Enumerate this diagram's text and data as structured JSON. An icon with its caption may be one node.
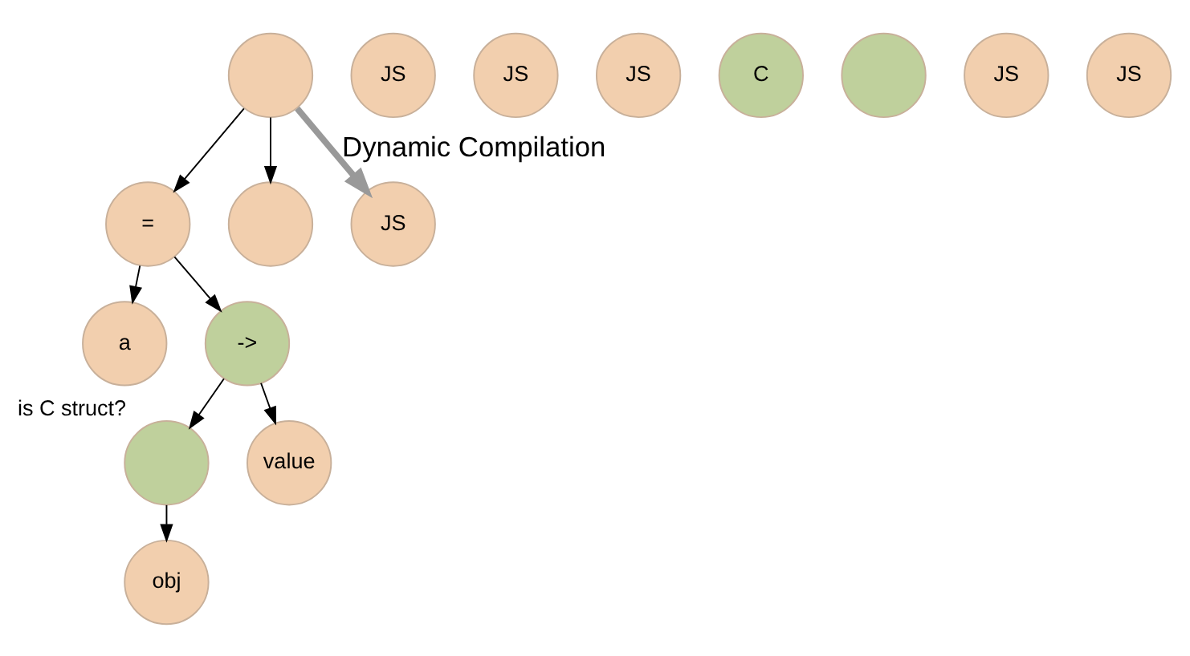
{
  "diagram": {
    "nodes": [
      {
        "text": [],
        "shape": "circle"
      },
      {
        "text": [
          "="
        ]
      },
      {
        "text": [],
        "shape": "circle"
      },
      {
        "text": [
          "a"
        ]
      },
      {
        "text": [
          "->"
        ]
      },
      {
        "text": [],
        "shape": "circle",
        "beside": [
          "is C struct?"
        ]
      },
      {
        "text": [
          "value"
        ]
      },
      {
        "text": [
          "obj"
        ]
      },
      {
        "text": [
          "JS"
        ]
      },
      {
        "text": [
          "JS"
        ]
      },
      {
        "text": [
          "JS"
        ]
      },
      {
        "text": [
          "JS"
        ]
      },
      {
        "text": [
          "C"
        ]
      },
      {
        "text": [],
        "shape": "circle"
      },
      {
        "text": [
          "JS"
        ]
      },
      {
        "text": [
          "JS"
        ]
      }
    ],
    "edges": [
      {
        "from": 0,
        "to": 1,
        "arrow": "to"
      },
      {
        "from": 0,
        "to": 2,
        "arrow": "to"
      },
      {
        "from": 1,
        "to": 3,
        "arrow": "to"
      },
      {
        "from": 1,
        "to": 4,
        "arrow": "to"
      },
      {
        "from": 4,
        "to": 5,
        "arrow": "to"
      },
      {
        "from": 4,
        "to": 6,
        "arrow": "to"
      },
      {
        "from": 5,
        "to": 7,
        "arrow": "to"
      },
      {
        "from": 0,
        "to": 8,
        "arrow": "to",
        "label": "Dynamic Compilation",
        "style": "thick",
        "color": "#999999"
      }
    ]
  }
}
